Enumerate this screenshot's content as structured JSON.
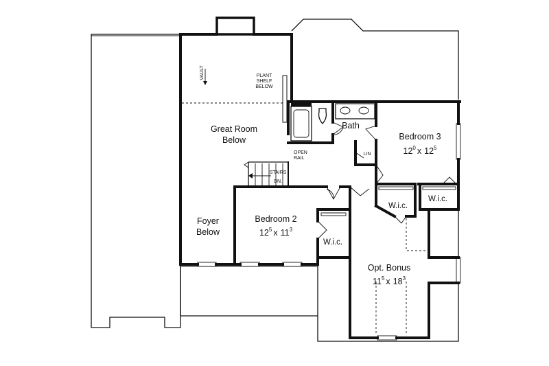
{
  "rooms": {
    "great_room": {
      "line1": "Great Room",
      "line2": "Below"
    },
    "foyer": {
      "line1": "Foyer",
      "line2": "Below"
    },
    "bath": {
      "name": "Bath"
    },
    "bedroom3": {
      "name": "Bedroom 3",
      "w": "12",
      "w_sup": "0",
      "x": "x",
      "d": "12",
      "d_sup": "5"
    },
    "bedroom2": {
      "name": "Bedroom 2",
      "w": "12",
      "w_sup": "5",
      "x": "x",
      "d": "11",
      "d_sup": "3"
    },
    "opt_bonus": {
      "name": "Opt. Bonus",
      "w": "11",
      "w_sup": "5",
      "x": "x",
      "d": "18",
      "d_sup": "3"
    },
    "wic_bed2": {
      "name": "W.i.c."
    },
    "wic_mid": {
      "name": "W.i.c."
    },
    "wic_right": {
      "name": "W.i.c."
    },
    "lin": {
      "name": "LIN"
    }
  },
  "notes": {
    "vault": "VAULT",
    "plant_shelf": [
      "PLANT",
      "SHELF",
      "BELOW"
    ],
    "open_rail": [
      "OPEN",
      "RAIL"
    ],
    "stairs": "STAIRS",
    "dn": "DN."
  }
}
